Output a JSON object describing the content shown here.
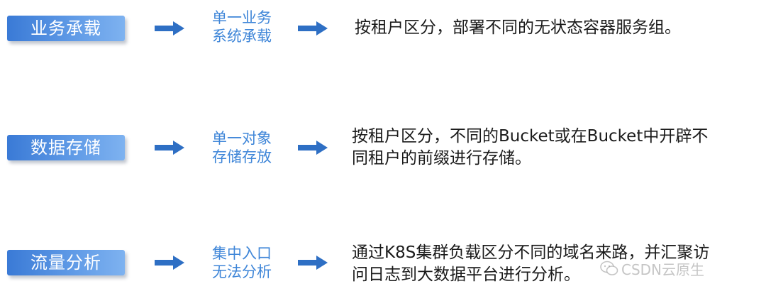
{
  "rows": [
    {
      "label": "业务承载",
      "mid_line1": "单一业务",
      "mid_line2": "系统承载",
      "desc_line1": "按租户区分，部署不同的无状态容器服务组。",
      "desc_line2": ""
    },
    {
      "label": "数据存储",
      "mid_line1": "单一对象",
      "mid_line2": "存储存放",
      "desc_line1": "按租户区分，不同的Bucket或在Bucket中开辟不",
      "desc_line2": "同租户的前缀进行存储。"
    },
    {
      "label": "流量分析",
      "mid_line1": "集中入口",
      "mid_line2": "无法分析",
      "desc_line1": "通过K8S集群负载区分不同的域名来路，并汇聚访",
      "desc_line2": "问日志到大数据平台进行分析。"
    }
  ],
  "watermark": {
    "text": "CSDN云原生"
  },
  "colors": {
    "badge": "#4a88dd",
    "arrow": "#2e6fc4",
    "mid_text": "#3f86d8"
  }
}
